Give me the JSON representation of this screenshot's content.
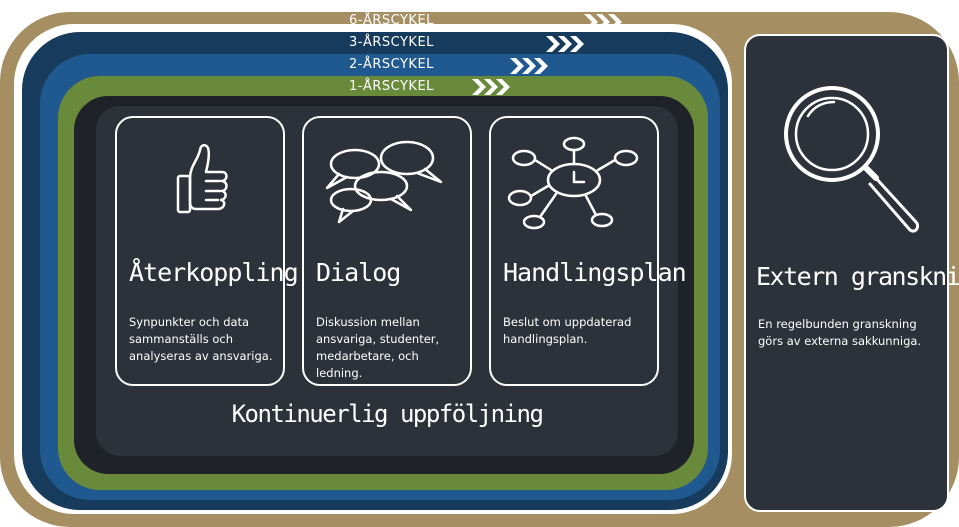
{
  "cycles": {
    "six": "6-ÅRSCYKEL",
    "three": "3-ÅRSCYKEL",
    "two": "2-ÅRSCYKEL",
    "one": "1-ÅRSCYKEL"
  },
  "cards": [
    {
      "title": "Återkoppling",
      "description": "Synpunkter och data sammanställs och analyseras av ansvariga.",
      "icon": "thumbs-up-icon"
    },
    {
      "title": "Dialog",
      "description": "Diskussion mellan ansvariga, studenter, medarbetare, och ledning.",
      "icon": "speech-bubbles-icon"
    },
    {
      "title": "Handlingsplan",
      "description": "Beslut om uppdaterad handlingsplan.",
      "icon": "network-plan-icon"
    }
  ],
  "continuous_label": "Kontinuerlig uppföljning",
  "extern": {
    "title": "Extern granskning",
    "description": "En regelbunden granskning görs av externa sakkunniga.",
    "icon": "magnifier-icon"
  },
  "colors": {
    "gold": "#a48e62",
    "navy": "#173b5c",
    "blue": "#1f5990",
    "green": "#6a8a3b",
    "panel": "#2d313a"
  }
}
